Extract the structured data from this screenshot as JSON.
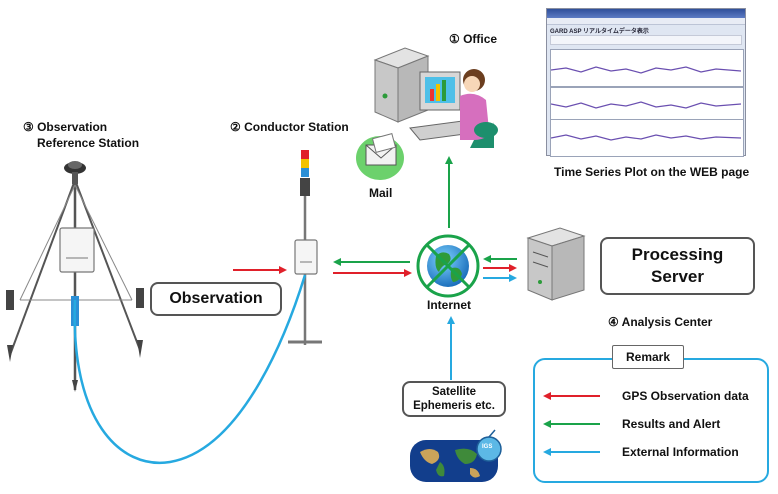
{
  "nodes": {
    "office": "① Office",
    "conductor_station": "② Conductor Station",
    "reference_station_line1": "③ Observation",
    "reference_station_line2": "Reference Station",
    "analysis_center": "④ Analysis Center",
    "internet": "Internet",
    "mail": "Mail",
    "time_series_caption": "Time Series Plot on the WEB page",
    "observation": "Observation",
    "processing_server_line1": "Processing",
    "processing_server_line2": "Server",
    "satellite_line1": "Satellite",
    "satellite_line2": "Ephemeris etc.",
    "igs": "IGS"
  },
  "screenshot": {
    "title": "GARD ASP リアルタイムデータ表示"
  },
  "remark": {
    "title": "Remark",
    "items": [
      {
        "label": "GPS Observation data",
        "color": "#e0202a"
      },
      {
        "label": "Results and Alert",
        "color": "#1aa34a"
      },
      {
        "label": "External Information",
        "color": "#26a9e0"
      }
    ]
  },
  "colors": {
    "red": "#e0202a",
    "green": "#1aa34a",
    "blue": "#26a9e0",
    "box_border": "#555555"
  }
}
